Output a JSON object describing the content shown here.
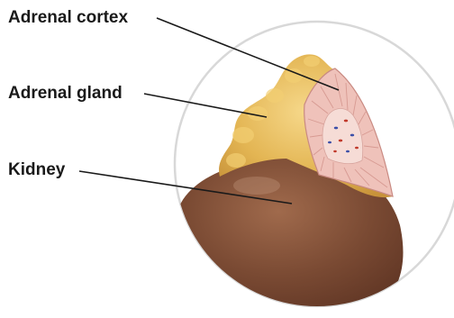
{
  "labels": {
    "adrenal_cortex": "Adrenal cortex",
    "adrenal_gland": "Adrenal gland",
    "kidney": "Kidney"
  },
  "colors": {
    "kidney": "#7a4a33",
    "gland": "#e6bd5c",
    "cortex_slice": "#efc2ba",
    "medulla": "#f6dcd6",
    "leader_lines": "#1a1a1a",
    "circle_border": "#d8d8d8"
  }
}
